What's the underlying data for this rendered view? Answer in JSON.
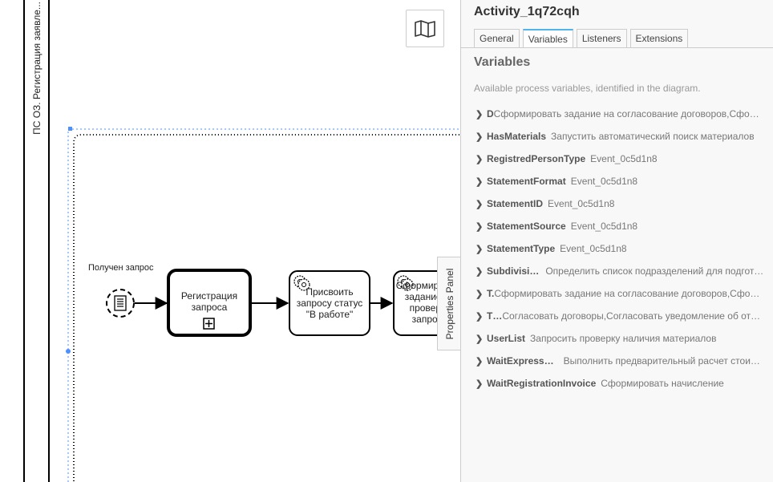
{
  "diagram": {
    "pool_label": "ПС ОЗ. Регистрация заявле...",
    "start_event_label": "Получен запрос",
    "task_1_label": "Регистрация запроса",
    "task_2_label": "Присвоить запросу статус \"В работе\"",
    "task_3_label": "Сформировать задание на проверку запроса"
  },
  "toolbar": {
    "map_icon": "map-icon"
  },
  "panel": {
    "toggle_label": "Properties Panel",
    "title": "Activity_1q72cqh",
    "tabs": [
      {
        "label": "General"
      },
      {
        "label": "Variables"
      },
      {
        "label": "Listeners"
      },
      {
        "label": "Extensions"
      }
    ],
    "active_tab": "Variables",
    "section_title": "Variables",
    "section_desc": "Available process variables, identified in the diagram.",
    "variables": [
      {
        "name": "D",
        "value": "Сформировать задание на согласование договоров,Сформировать..."
      },
      {
        "name": "HasMaterials",
        "value": "Запустить автоматический поиск материалов"
      },
      {
        "name": "RegistredPersonType",
        "value": "Event_0c5d1n8"
      },
      {
        "name": "StatementFormat",
        "value": "Event_0c5d1n8"
      },
      {
        "name": "StatementID",
        "value": "Event_0c5d1n8"
      },
      {
        "name": "StatementSource",
        "value": "Event_0c5d1n8"
      },
      {
        "name": "StatementType",
        "value": "Event_0c5d1n8"
      },
      {
        "name": "Subdivisi…",
        "value": "Определить список подразделений для подготовки"
      },
      {
        "name": "T.",
        "value": "Сформировать задание на согласование договоров,Сформировать..."
      },
      {
        "name": "T…",
        "value": "Согласовать договоры,Согласовать уведомление об отказе"
      },
      {
        "name": "UserList",
        "value": "Запросить проверку наличия материалов"
      },
      {
        "name": "WaitExpress…",
        "value": "Выполнить предварительный расчет стоимости"
      },
      {
        "name": "WaitRegistrationInvoice",
        "value": "Сформировать начисление"
      }
    ]
  },
  "colors": {
    "accent": "#52b4ec",
    "selection": "#4d90fe",
    "stroke": "#000000"
  }
}
